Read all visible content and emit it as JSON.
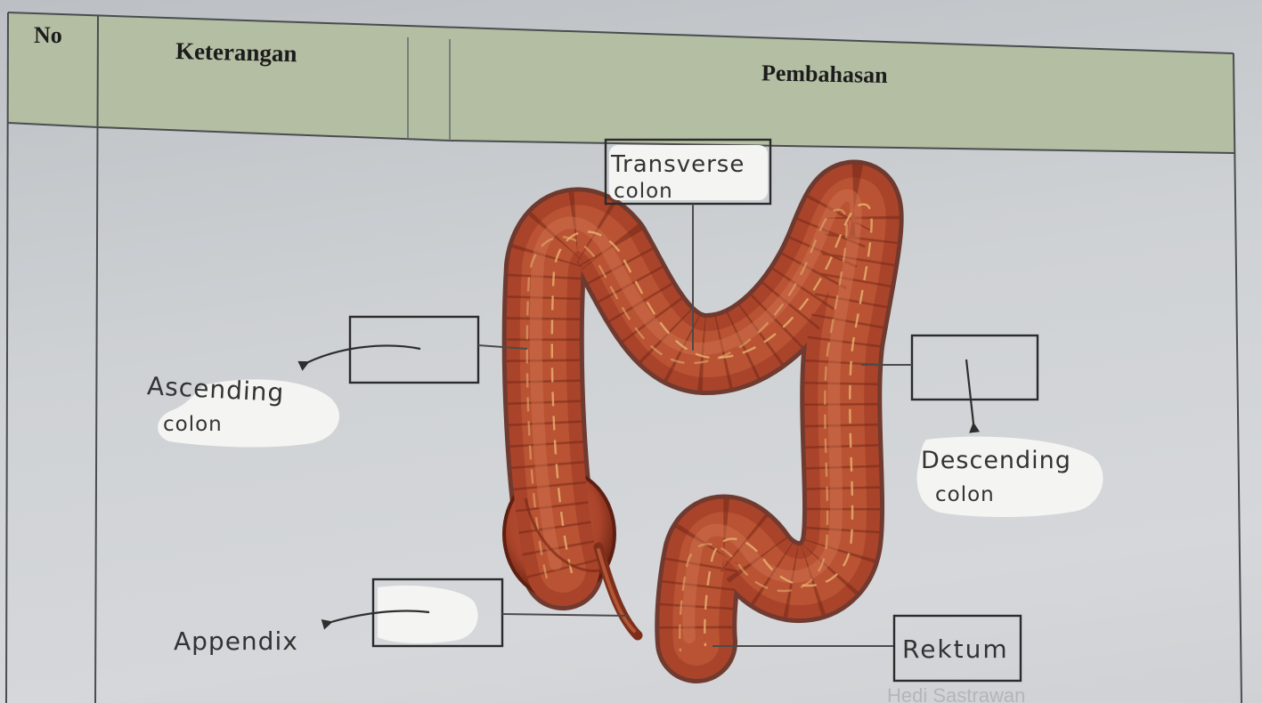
{
  "table": {
    "header": {
      "no": "No",
      "keterangan": "Keterangan",
      "pembahasan": "Pembahasan"
    }
  },
  "diagram": {
    "labels": {
      "transverse_colon": {
        "line1": "Transverse",
        "line2": "colon"
      },
      "ascending_colon": {
        "line1": "Ascending",
        "line2": "colon"
      },
      "descending_colon": {
        "line1": "Descending",
        "line2": "colon"
      },
      "appendix": "Appendix",
      "rectum": "Rektum"
    }
  },
  "watermark": "Hedi Sastrawan",
  "colors": {
    "paper": "#cfd2d5",
    "header": "#b3bea3",
    "intestine": "#a9432a",
    "fluid": "#f4f4f2",
    "ink": "#2b2b2b"
  }
}
